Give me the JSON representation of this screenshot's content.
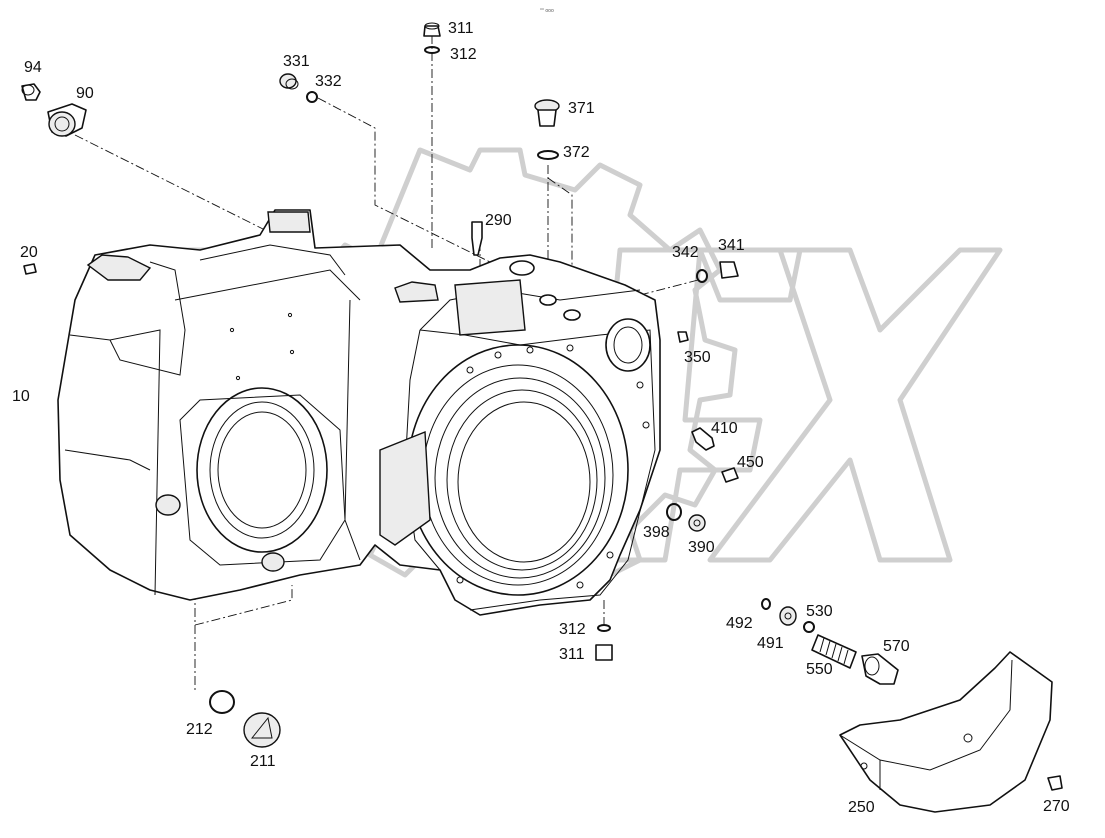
{
  "diagram": {
    "corner_text": "°° ooo",
    "watermark": "OREX",
    "callouts": {
      "c94": "94",
      "c90": "90",
      "c331": "331",
      "c332": "332",
      "c311_top": "311",
      "c312_top": "312",
      "c371": "371",
      "c372": "372",
      "c290": "290",
      "c342": "342",
      "c341": "341",
      "c350": "350",
      "c20": "20",
      "c10": "10",
      "c410": "410",
      "c450": "450",
      "c398": "398",
      "c390": "390",
      "c312_bottom": "312",
      "c311_bottom": "311",
      "c492": "492",
      "c491": "491",
      "c530": "530",
      "c550": "550",
      "c570": "570",
      "c212": "212",
      "c211": "211",
      "c250": "250",
      "c270": "270"
    }
  }
}
